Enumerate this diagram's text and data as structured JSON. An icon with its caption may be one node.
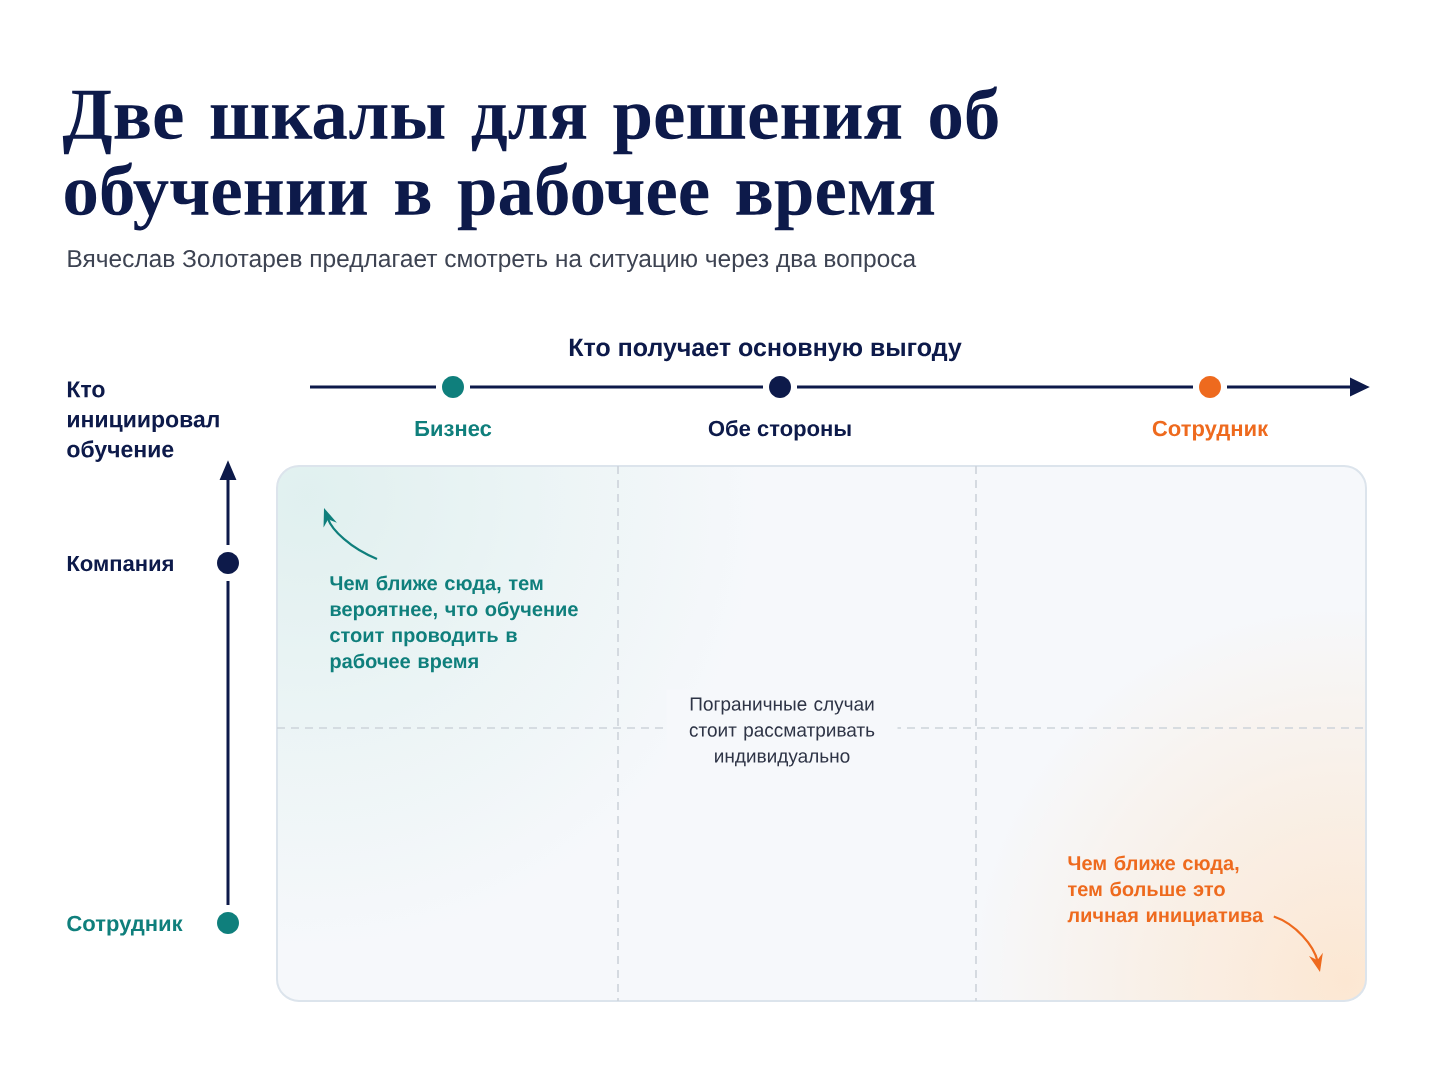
{
  "diagram": {
    "title": "Две шкалы для решения об обучении в рабочее время",
    "nodes": [
      {
        "text": [
          "Пограничные случаи стоит рассматривать индивидуально"
        ]
      },
      {
        "text": [
          "Чем ближе сюда, тем вероятнее, что обучение стоит проводить в рабочее время"
        ],
        "in": 0
      },
      {
        "text": [
          "Чем ближе сюда, тем больше это личная инициатива"
        ],
        "in": 0
      }
    ],
    "edges": [
      {
        "from": 1,
        "to": null,
        "arrow": "to",
        "color": "#0f7f7c"
      },
      {
        "from": 2,
        "to": null,
        "arrow": "to",
        "color": "#ee6a1e"
      }
    ],
    "labels": [
      "Вячеслав Золотарев предлагает смотреть на ситуацию через два вопроса",
      "Кто получает основную выгоду",
      "Кто инициировал обучение",
      "Бизнес",
      "Обе стороны",
      "Сотрудник",
      "Компания",
      "Сотрудник"
    ]
  }
}
